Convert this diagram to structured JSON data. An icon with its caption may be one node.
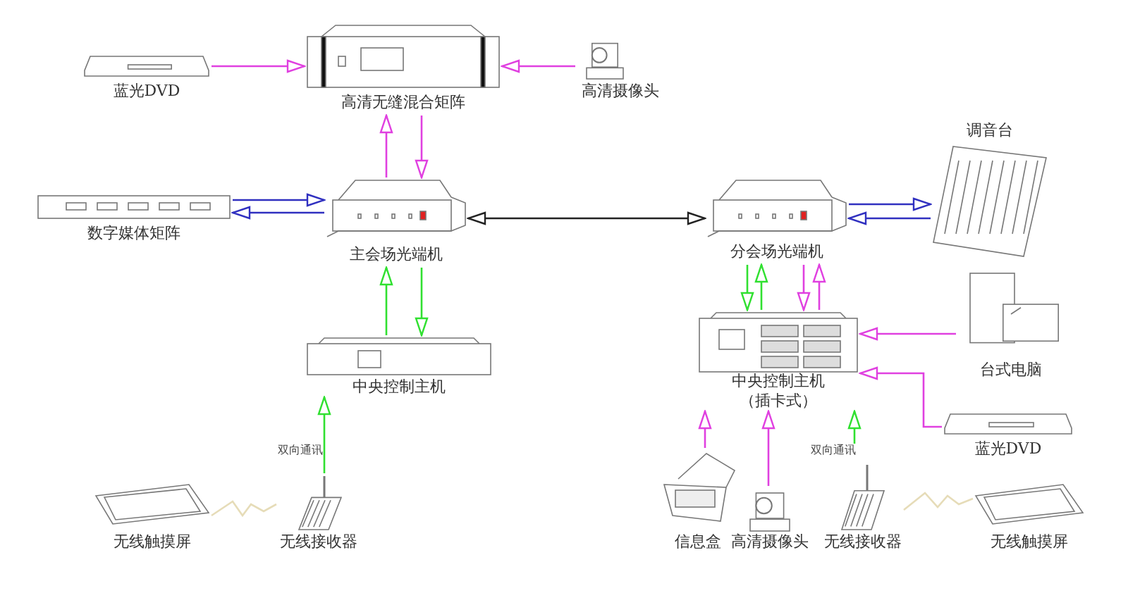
{
  "diagram": {
    "nodes": [
      {
        "text": [
          "蓝光DVD"
        ]
      },
      {
        "text": [
          "高清无缝混合矩阵"
        ]
      },
      {
        "text": [
          "高清摄像头"
        ]
      },
      {
        "text": [
          "数字媒体矩阵"
        ]
      },
      {
        "text": [
          "主会场光端机"
        ]
      },
      {
        "text": [
          "分会场光端机"
        ]
      },
      {
        "text": [
          "调音台"
        ]
      },
      {
        "text": [
          "中央控制主机"
        ]
      },
      {
        "text": [
          "中央控制主机（插卡式）"
        ]
      },
      {
        "text": [
          "台式电脑"
        ]
      },
      {
        "text": [
          "蓝光DVD"
        ]
      },
      {
        "text": [
          "无线触摸屏"
        ]
      },
      {
        "text": [
          "无线接收器"
        ]
      },
      {
        "text": [
          "信息盒"
        ]
      },
      {
        "text": [
          "高清摄像头"
        ]
      },
      {
        "text": [
          "无线接收器"
        ]
      },
      {
        "text": [
          "无线触摸屏"
        ]
      }
    ],
    "edges": [
      {
        "from": 0,
        "to": 1,
        "arrow": "to",
        "color": "#e040e0"
      },
      {
        "from": 2,
        "to": 1,
        "arrow": "to",
        "color": "#e040e0"
      },
      {
        "from": 4,
        "to": 1,
        "arrow": "to",
        "color": "#e040e0"
      },
      {
        "from": 1,
        "to": 4,
        "arrow": "to",
        "color": "#e040e0"
      },
      {
        "from": 3,
        "to": 4,
        "arrow": "to",
        "color": "#3030c0"
      },
      {
        "from": 4,
        "to": 3,
        "arrow": "to",
        "color": "#3030c0"
      },
      {
        "from": 4,
        "to": 5,
        "arrow": "both",
        "color": "#222222"
      },
      {
        "from": 5,
        "to": 6,
        "arrow": "to",
        "color": "#3030c0"
      },
      {
        "from": 6,
        "to": 5,
        "arrow": "to",
        "color": "#3030c0"
      },
      {
        "from": 7,
        "to": 4,
        "arrow": "to",
        "color": "#30e030"
      },
      {
        "from": 4,
        "to": 7,
        "arrow": "to",
        "color": "#30e030"
      },
      {
        "from": 12,
        "to": 7,
        "arrow": "to",
        "color": "#30e030",
        "label": "双向通讯"
      },
      {
        "from": 11,
        "to": 12,
        "arrow": "none",
        "color": "#e6dcb8"
      },
      {
        "from": 5,
        "to": 8,
        "arrow": "to",
        "color": "#30e030"
      },
      {
        "from": 8,
        "to": 5,
        "arrow": "to",
        "color": "#30e030"
      },
      {
        "from": 5,
        "to": 8,
        "arrow": "to",
        "color": "#e040e0"
      },
      {
        "from": 8,
        "to": 5,
        "arrow": "to",
        "color": "#e040e0"
      },
      {
        "from": 9,
        "to": 8,
        "arrow": "to",
        "color": "#e040e0"
      },
      {
        "from": 10,
        "to": 8,
        "arrow": "to",
        "color": "#e040e0"
      },
      {
        "from": 13,
        "to": 8,
        "arrow": "to",
        "color": "#e040e0"
      },
      {
        "from": 14,
        "to": 8,
        "arrow": "to",
        "color": "#e040e0"
      },
      {
        "from": 15,
        "to": 8,
        "arrow": "to",
        "color": "#30e030",
        "label": "双向通讯"
      },
      {
        "from": 15,
        "to": 16,
        "arrow": "none",
        "color": "#e6dcb8"
      }
    ]
  }
}
